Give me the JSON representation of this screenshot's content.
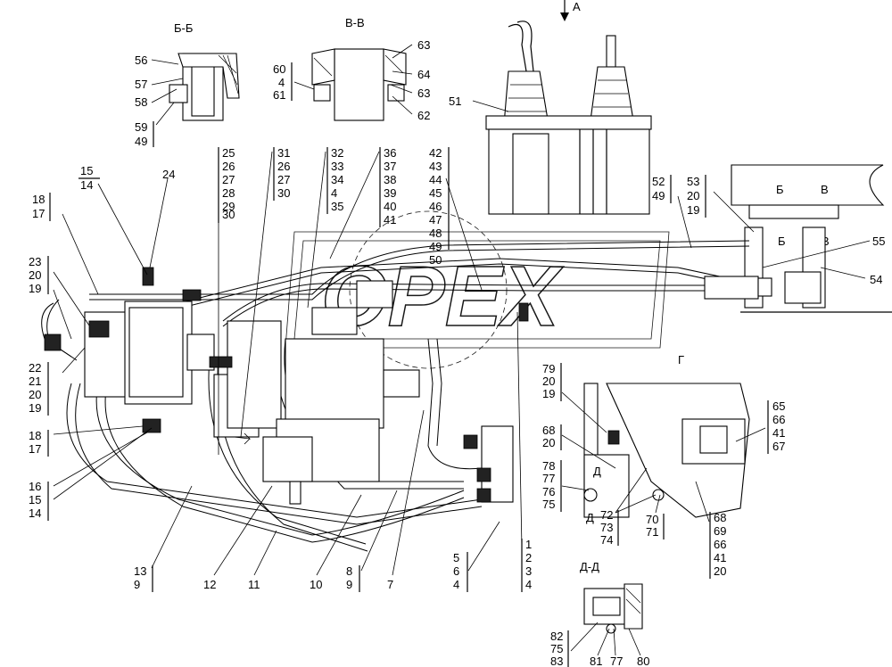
{
  "watermark": "OPEX",
  "sections": {
    "bb": "Б-Б",
    "vv": "В-В",
    "dd": "Д-Д",
    "g": "Г",
    "a": "А"
  },
  "markers": {
    "b": "Б",
    "v": "В",
    "d": "Д"
  },
  "callouts": {
    "bb": [
      "56",
      "57",
      "58",
      "59",
      "49"
    ],
    "vv_left": [
      "60",
      "4",
      "61"
    ],
    "vv_right": [
      "63",
      "64",
      "63",
      "62"
    ],
    "c51": "51",
    "c52": [
      "52",
      "49"
    ],
    "c53": [
      "53",
      "20",
      "19"
    ],
    "c55": "55",
    "c54": "54",
    "c15": [
      "15",
      "14"
    ],
    "c24": "24",
    "c18": [
      "18",
      "17"
    ],
    "col25": [
      "25",
      "26",
      "27",
      "28",
      "29",
      "30"
    ],
    "col31": [
      "31",
      "26",
      "27",
      "30"
    ],
    "col32": [
      "32",
      "33",
      "34",
      "4",
      "35"
    ],
    "col36": [
      "36",
      "37",
      "38",
      "39",
      "40",
      "41"
    ],
    "col42": [
      "42",
      "43",
      "44",
      "45",
      "46",
      "47",
      "48",
      "49",
      "50"
    ],
    "c23": [
      "23",
      "20",
      "19"
    ],
    "c22": [
      "22",
      "21",
      "20",
      "19"
    ],
    "c18b": [
      "18",
      "17"
    ],
    "c16": [
      "16",
      "15",
      "14"
    ],
    "c13": [
      "13",
      "9"
    ],
    "c12": "12",
    "c11": "11",
    "c10": "10",
    "c8": [
      "8",
      "9"
    ],
    "c7": "7",
    "c5": [
      "5",
      "6",
      "4"
    ],
    "c1": [
      "1",
      "2",
      "3",
      "4"
    ],
    "c79": [
      "79",
      "20",
      "19"
    ],
    "c68": [
      "68",
      "20"
    ],
    "c78": [
      "78",
      "77",
      "76",
      "75"
    ],
    "c72": [
      "72",
      "73",
      "74"
    ],
    "c70": [
      "70",
      "71"
    ],
    "c65": [
      "65",
      "66",
      "41",
      "67"
    ],
    "c68b": [
      "68",
      "69",
      "66",
      "41",
      "20"
    ],
    "c82": [
      "82",
      "75",
      "83"
    ],
    "c81": "81",
    "c77": "77",
    "c80": "80"
  }
}
